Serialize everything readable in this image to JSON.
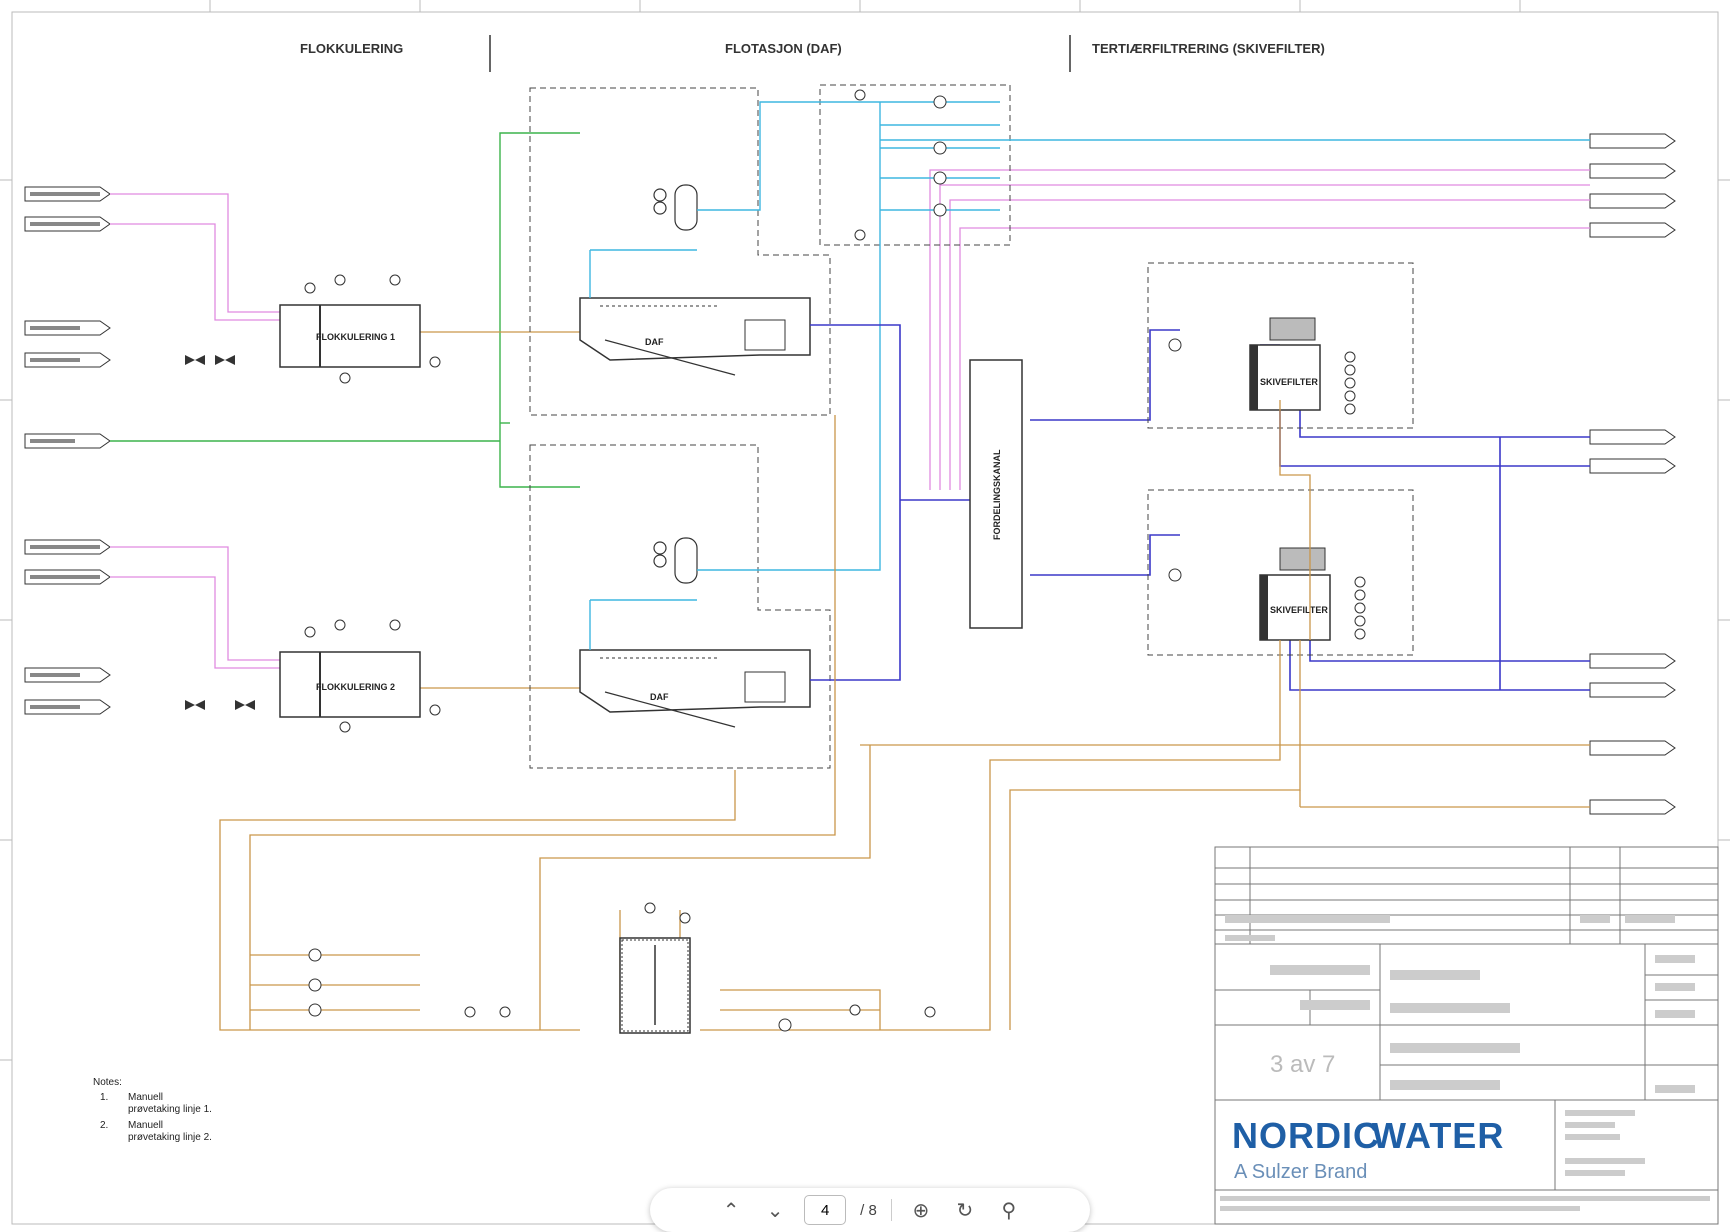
{
  "sections": {
    "flokkulering": "FLOKKULERING",
    "flotasjon": "FLOTASJON (DAF)",
    "tertiaer": "TERTIÆRFILTRERING (SKIVEFILTER)"
  },
  "equipment": {
    "flok1": "FLOKKULERING 1",
    "flok2": "FLOKKULERING 2",
    "daf1": "DAF",
    "daf2": "DAF",
    "fordeling": "FORDELINGSKANAL",
    "skive1": "SKIVEFILTER",
    "skive2": "SKIVEFILTER"
  },
  "notes": {
    "header": "Notes:",
    "n1_num": "1.",
    "n1_line1": "Manuell",
    "n1_line2": "prøvetaking linje 1.",
    "n2_num": "2.",
    "n2_line1": "Manuell",
    "n2_line2": "prøvetaking linje 2."
  },
  "title_block": {
    "sheet_label": "3 av 7",
    "brand_nordic": "NORDIC",
    "brand_water": "WATER",
    "tagline": "A Sulzer Brand"
  },
  "colors": {
    "green": "#3cb44b",
    "cyan": "#3fb7e0",
    "blue": "#3b38c9",
    "pink": "#e08be0",
    "orange": "#c9964a",
    "brand": "#1f5fa6"
  },
  "viewer": {
    "page": "4",
    "total": "/ 8",
    "prev_icon": "chevron-up-icon",
    "next_icon": "chevron-down-icon",
    "zoom_icon": "zoom-in-icon",
    "rotate_icon": "rotate-icon",
    "search_icon": "search-icon"
  }
}
